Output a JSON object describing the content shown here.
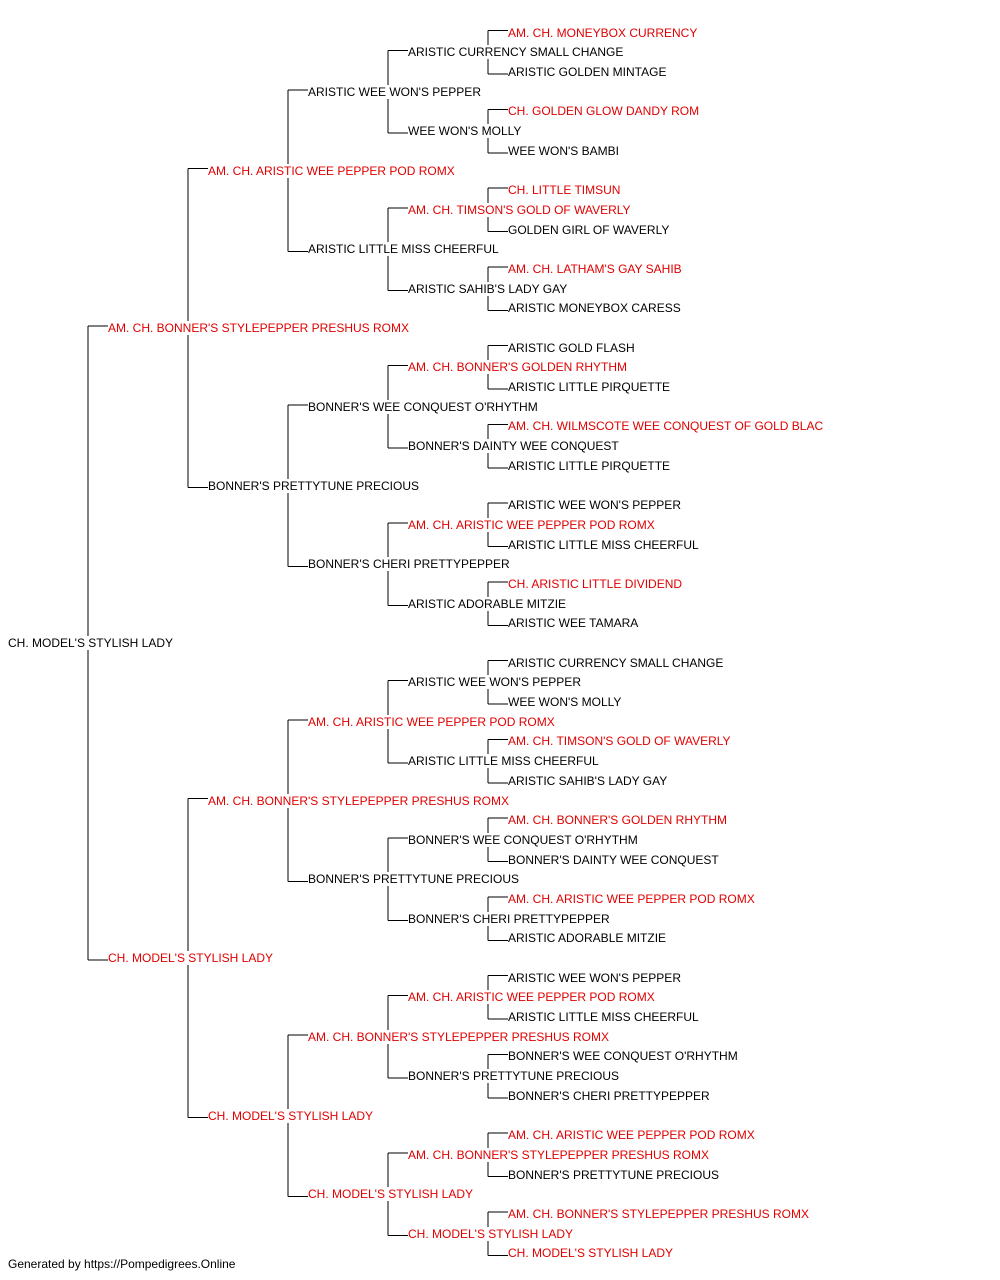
{
  "colors": {
    "champion": "#e00000",
    "regular": "#000000",
    "line": "#000000"
  },
  "pedigree": {
    "name": "CH. MODEL'S STYLISH LADY",
    "champion": false,
    "sire": {
      "name": "AM. CH. BONNER'S STYLEPEPPER PRESHUS ROMX",
      "champion": true,
      "sire": {
        "name": "AM. CH. ARISTIC WEE PEPPER POD ROMX",
        "champion": true,
        "sire": {
          "name": "ARISTIC WEE WON'S PEPPER",
          "champion": false,
          "sire": {
            "name": "ARISTIC CURRENCY SMALL CHANGE",
            "champion": false,
            "sire": {
              "name": "AM. CH. MONEYBOX CURRENCY",
              "champion": true
            },
            "dam": {
              "name": "ARISTIC GOLDEN MINTAGE",
              "champion": false
            }
          },
          "dam": {
            "name": "WEE WON'S MOLLY",
            "champion": false,
            "sire": {
              "name": "CH. GOLDEN GLOW DANDY ROM",
              "champion": true
            },
            "dam": {
              "name": "WEE WON'S BAMBI",
              "champion": false
            }
          }
        },
        "dam": {
          "name": "ARISTIC LITTLE MISS CHEERFUL",
          "champion": false,
          "sire": {
            "name": "AM. CH. TIMSON'S GOLD OF WAVERLY",
            "champion": true,
            "sire": {
              "name": "CH. LITTLE TIMSUN",
              "champion": true
            },
            "dam": {
              "name": "GOLDEN GIRL OF WAVERLY",
              "champion": false
            }
          },
          "dam": {
            "name": "ARISTIC SAHIB'S LADY GAY",
            "champion": false,
            "sire": {
              "name": "AM. CH. LATHAM'S GAY SAHIB",
              "champion": true
            },
            "dam": {
              "name": "ARISTIC MONEYBOX CARESS",
              "champion": false
            }
          }
        }
      },
      "dam": {
        "name": "BONNER'S PRETTYTUNE PRECIOUS",
        "champion": false,
        "sire": {
          "name": "BONNER'S WEE CONQUEST O'RHYTHM",
          "champion": false,
          "sire": {
            "name": "AM. CH. BONNER'S GOLDEN RHYTHM",
            "champion": true,
            "sire": {
              "name": "ARISTIC GOLD FLASH",
              "champion": false
            },
            "dam": {
              "name": "ARISTIC LITTLE PIRQUETTE",
              "champion": false
            }
          },
          "dam": {
            "name": "BONNER'S DAINTY WEE CONQUEST",
            "champion": false,
            "sire": {
              "name": "AM. CH. WILMSCOTE WEE CONQUEST OF GOLD BLAC",
              "champion": true
            },
            "dam": {
              "name": "ARISTIC LITTLE PIRQUETTE",
              "champion": false
            }
          }
        },
        "dam": {
          "name": "BONNER'S CHERI PRETTYPEPPER",
          "champion": false,
          "sire": {
            "name": "AM. CH. ARISTIC WEE PEPPER POD ROMX",
            "champion": true,
            "sire": {
              "name": "ARISTIC WEE WON'S PEPPER",
              "champion": false
            },
            "dam": {
              "name": "ARISTIC LITTLE MISS CHEERFUL",
              "champion": false
            }
          },
          "dam": {
            "name": "ARISTIC ADORABLE MITZIE",
            "champion": false,
            "sire": {
              "name": "CH. ARISTIC LITTLE DIVIDEND",
              "champion": true
            },
            "dam": {
              "name": "ARISTIC WEE TAMARA",
              "champion": false
            }
          }
        }
      }
    },
    "dam": {
      "name": "CH. MODEL'S STYLISH LADY",
      "champion": true,
      "sire": {
        "name": "AM. CH. BONNER'S STYLEPEPPER PRESHUS ROMX",
        "champion": true,
        "sire": {
          "name": "AM. CH. ARISTIC WEE PEPPER POD ROMX",
          "champion": true,
          "sire": {
            "name": "ARISTIC WEE WON'S PEPPER",
            "champion": false,
            "sire": {
              "name": "ARISTIC CURRENCY SMALL CHANGE",
              "champion": false
            },
            "dam": {
              "name": "WEE WON'S MOLLY",
              "champion": false
            }
          },
          "dam": {
            "name": "ARISTIC LITTLE MISS CHEERFUL",
            "champion": false,
            "sire": {
              "name": "AM. CH. TIMSON'S GOLD OF WAVERLY",
              "champion": true
            },
            "dam": {
              "name": "ARISTIC SAHIB'S LADY GAY",
              "champion": false
            }
          }
        },
        "dam": {
          "name": "BONNER'S PRETTYTUNE PRECIOUS",
          "champion": false,
          "sire": {
            "name": "BONNER'S WEE CONQUEST O'RHYTHM",
            "champion": false,
            "sire": {
              "name": "AM. CH. BONNER'S GOLDEN RHYTHM",
              "champion": true
            },
            "dam": {
              "name": "BONNER'S DAINTY WEE CONQUEST",
              "champion": false
            }
          },
          "dam": {
            "name": "BONNER'S CHERI PRETTYPEPPER",
            "champion": false,
            "sire": {
              "name": "AM. CH. ARISTIC WEE PEPPER POD ROMX",
              "champion": true
            },
            "dam": {
              "name": "ARISTIC ADORABLE MITZIE",
              "champion": false
            }
          }
        }
      },
      "dam": {
        "name": "CH. MODEL'S STYLISH LADY",
        "champion": true,
        "sire": {
          "name": "AM. CH. BONNER'S STYLEPEPPER PRESHUS ROMX",
          "champion": true,
          "sire": {
            "name": "AM. CH. ARISTIC WEE PEPPER POD ROMX",
            "champion": true,
            "sire": {
              "name": "ARISTIC WEE WON'S PEPPER",
              "champion": false
            },
            "dam": {
              "name": "ARISTIC LITTLE MISS CHEERFUL",
              "champion": false
            }
          },
          "dam": {
            "name": "BONNER'S PRETTYTUNE PRECIOUS",
            "champion": false,
            "sire": {
              "name": "BONNER'S WEE CONQUEST O'RHYTHM",
              "champion": false
            },
            "dam": {
              "name": "BONNER'S CHERI PRETTYPEPPER",
              "champion": false
            }
          }
        },
        "dam": {
          "name": "CH. MODEL'S STYLISH LADY",
          "champion": true,
          "sire": {
            "name": "AM. CH. BONNER'S STYLEPEPPER PRESHUS ROMX",
            "champion": true,
            "sire": {
              "name": "AM. CH. ARISTIC WEE PEPPER POD ROMX",
              "champion": true
            },
            "dam": {
              "name": "BONNER'S PRETTYTUNE PRECIOUS",
              "champion": false
            }
          },
          "dam": {
            "name": "CH. MODEL'S STYLISH LADY",
            "champion": true,
            "sire": {
              "name": "AM. CH. BONNER'S STYLEPEPPER PRESHUS ROMX",
              "champion": true
            },
            "dam": {
              "name": "CH. MODEL'S STYLISH LADY",
              "champion": true
            }
          }
        }
      }
    }
  },
  "footer": "Generated by https://Pompedigrees.Online"
}
